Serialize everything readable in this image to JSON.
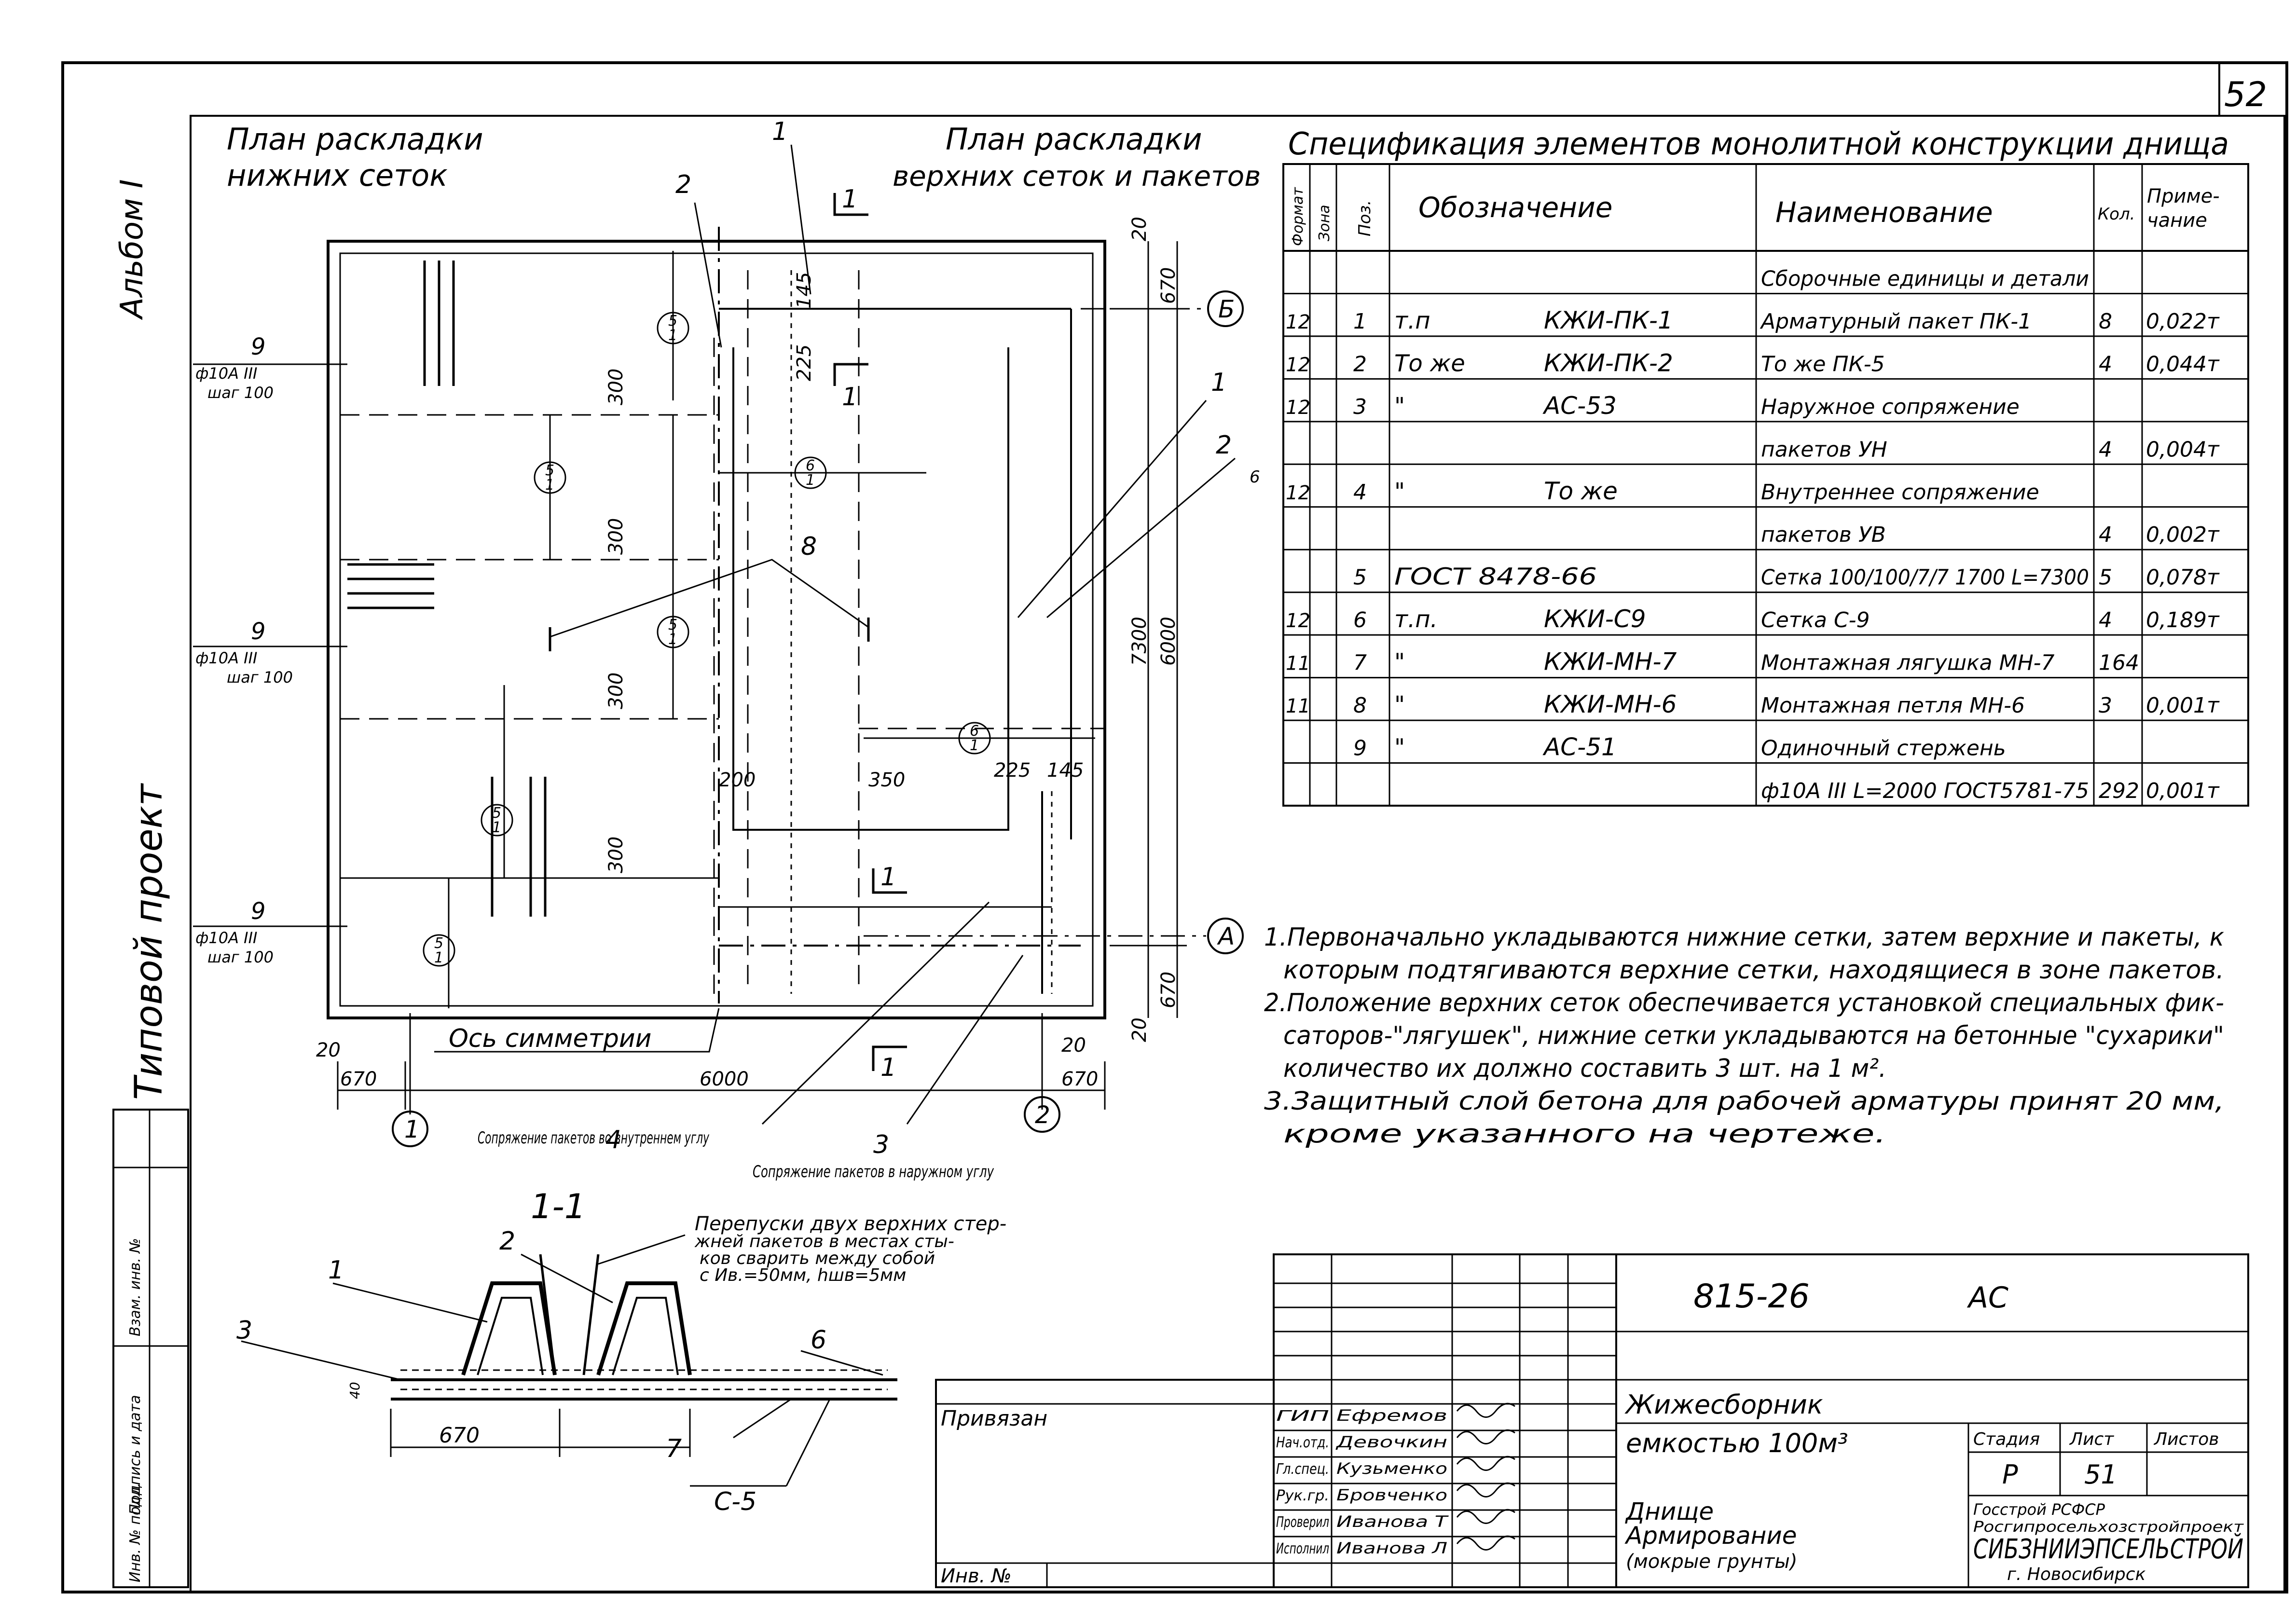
{
  "sheet": {
    "page_number": "52",
    "album": "Альбом I",
    "project_type": "Типовой проект",
    "left_col_labels": [
      "Инв. № подл.",
      "Подпись и дата",
      "Взам. инв. №"
    ]
  },
  "plan_left": {
    "title_line1": "План раскладки",
    "title_line2": "нижних сеток",
    "rebar_marks": [
      {
        "num": "9",
        "spec": "ф10А III",
        "step": "шаг 100"
      },
      {
        "num": "9",
        "spec": "ф10А III",
        "step": "шаг 100"
      },
      {
        "num": "9",
        "spec": "ф10А III",
        "step": "шаг 100"
      }
    ],
    "dims": {
      "d300a": "300",
      "d300b": "300",
      "d300c": "300",
      "d200top": "200",
      "d20": "20",
      "d670": "670",
      "d6000": "6000"
    },
    "axis_label": "Ось симметрии",
    "axis_1": "1",
    "cut_label": "1",
    "bubble": {
      "top": "5",
      "bottom": "1"
    }
  },
  "plan_right": {
    "title_line1": "План раскладки",
    "title_line2": "верхних сеток и пакетов",
    "dims": {
      "d20top": "20",
      "d670top": "670",
      "d7300": "7300",
      "d6000v": "6000",
      "d670bot": "670",
      "d20bot": "20",
      "d225a": "225",
      "d145a": "145",
      "d200": "200",
      "d350": "350",
      "d225b": "225",
      "d145b": "145",
      "d20r": "20",
      "d670r": "670"
    },
    "axis_B": "Б",
    "axis_A": "А",
    "axis_2": "2",
    "bubble": {
      "top": "6",
      "bottom": "1"
    },
    "leader_nums": {
      "n1": "1",
      "n2": "2",
      "n1r": "1",
      "n2r": "2",
      "n8": "8",
      "n4": "4",
      "n3": "3",
      "n6small": "6"
    },
    "note_inner": "Сопряжение пакетов во внутреннем углу",
    "note_outer": "Сопряжение пакетов в наружном углу"
  },
  "spec": {
    "title": "Спецификация элементов монолитной конструкции днища",
    "headers": {
      "format": "Формат",
      "zone": "Зона",
      "pos": "Поз.",
      "designation": "Обозначение",
      "name": "Наименование",
      "qty": "Кол.",
      "note": "Приме-чание"
    },
    "rows": [
      {
        "fmt": "",
        "pos": "",
        "des_a": "",
        "des_b": "",
        "name": "Сборочные единицы и детали",
        "qty": "",
        "note": ""
      },
      {
        "fmt": "12",
        "pos": "1",
        "des_a": "т.п",
        "des_b": "КЖИ-ПК-1",
        "name": "Арматурный пакет ПК-1",
        "qty": "8",
        "note": "0,022т"
      },
      {
        "fmt": "12",
        "pos": "2",
        "des_a": "То же",
        "des_b": "КЖИ-ПК-2",
        "name": "То же        ПК-5",
        "qty": "4",
        "note": "0,044т"
      },
      {
        "fmt": "12",
        "pos": "3",
        "des_a": "\"",
        "des_b": "АС-53",
        "name": "Наружное сопряжение",
        "qty": "",
        "note": ""
      },
      {
        "fmt": "",
        "pos": "",
        "des_a": "",
        "des_b": "",
        "name": "пакетов  УН",
        "qty": "4",
        "note": "0,004т"
      },
      {
        "fmt": "12",
        "pos": "4",
        "des_a": "\"",
        "des_b": "То же",
        "name": "Внутреннее сопряжение",
        "qty": "",
        "note": ""
      },
      {
        "fmt": "",
        "pos": "",
        "des_a": "",
        "des_b": "",
        "name": "пакетов  УВ",
        "qty": "4",
        "note": "0,002т"
      },
      {
        "fmt": "",
        "pos": "5",
        "des_a": "ГОСТ 8478-66",
        "des_b": "",
        "name": "Сетка 100/100/7/7 1700 L=7300",
        "qty": "5",
        "note": "0,078т"
      },
      {
        "fmt": "12",
        "pos": "6",
        "des_a": "т.п.",
        "des_b": "КЖИ-С9",
        "name": "Сетка  С-9",
        "qty": "4",
        "note": "0,189т"
      },
      {
        "fmt": "11",
        "pos": "7",
        "des_a": "\"",
        "des_b": "КЖИ-МН-7",
        "name": "Монтажная лягушка МН-7",
        "qty": "164",
        "note": ""
      },
      {
        "fmt": "11",
        "pos": "8",
        "des_a": "\"",
        "des_b": "КЖИ-МН-6",
        "name": "Монтажная петля МН-6",
        "qty": "3",
        "note": "0,001т"
      },
      {
        "fmt": "",
        "pos": "9",
        "des_a": "\"",
        "des_b": "АС-51",
        "name": "Одиночный стержень",
        "qty": "",
        "note": ""
      },
      {
        "fmt": "",
        "pos": "",
        "des_a": "",
        "des_b": "",
        "name": "ф10А III L=2000 ГОСТ5781-75",
        "qty": "292",
        "note": "0,001т"
      }
    ]
  },
  "notes": [
    "1.Первоначально укладываются нижние сетки, затем верхние и пакеты, к",
    "которым подтягиваются верхние сетки, находящиеся в зоне пакетов.",
    "2.Положение верхних сеток обеспечивается установкой специальных фик-",
    "саторов-\"лягушек\", нижние сетки укладываются на бетонные \"сухарики\"",
    "количество их должно составить 3 шт. на 1 м².",
    "3.Защитный слой бетона для рабочей арматуры принят 20 мм,",
    "кроме указанного на чертеже."
  ],
  "section": {
    "title": "1-1",
    "overlap_note": [
      "Перепуски двух верхних стер-",
      "жней пакетов в местах сты-",
      "ков сварить между собой",
      "с Ив.=50мм, hшв=5мм"
    ],
    "labels": {
      "n1": "1",
      "n2": "2",
      "n3": "3",
      "n6": "6",
      "n7": "7",
      "d670": "670",
      "d40": "40",
      "mesh": "С-5"
    }
  },
  "title_block": {
    "code": "815-26",
    "mark": "АС",
    "object_line1": "Жижесборник",
    "object_line2": "емкостью 100м³",
    "sheet_name_line1": "Днище",
    "sheet_name_line2": "Армирование",
    "sheet_name_line3": "(мокрые грунты)",
    "stage_h": "Стадия",
    "sheet_h": "Лист",
    "sheets_h": "Листов",
    "stage": "Р",
    "sheet": "51",
    "sheets": "",
    "org_line1": "Госстрой РСФСР",
    "org_line2": "Росгипросельхозстройпроект",
    "org_line3": "СИБЗНИИЭПСЕЛЬСТРОЙ",
    "org_line4": "г. Новосибирск",
    "tied": "Привязан",
    "inv": "Инв. №",
    "people": [
      {
        "role": "ГИП",
        "name": "Ефремов"
      },
      {
        "role": "Нач.отд.",
        "name": "Девочкин"
      },
      {
        "role": "Гл.спец.",
        "name": "Кузьменко"
      },
      {
        "role": "Рук.гр.",
        "name": "Бровченко"
      },
      {
        "role": "Проверил",
        "name": "Иванова Т"
      },
      {
        "role": "Исполнил",
        "name": "Иванова Л"
      }
    ]
  }
}
